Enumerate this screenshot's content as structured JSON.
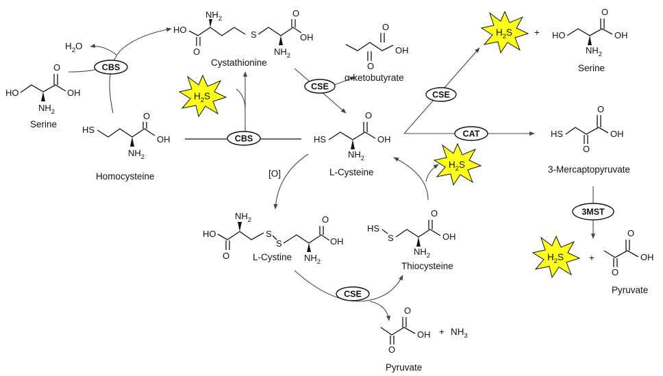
{
  "molecules": {
    "cystathionine": {
      "name": "Cystathionine",
      "nh2_top": "NH",
      "nh2_top_sub": "2",
      "ho": "HO",
      "s": "S",
      "oh": "OH",
      "nh2_bottom": "NH",
      "nh2_bottom_sub": "2",
      "o1": "O",
      "o2": "O"
    },
    "serine_left": {
      "name": "Serine",
      "ho": "HO",
      "oh": "OH",
      "nh2": "NH",
      "nh2_sub": "2",
      "o": "O"
    },
    "water": {
      "text": "H",
      "sub": "2",
      "text2": "O"
    },
    "homocysteine": {
      "name": "Homocysteine",
      "hs": "HS",
      "oh": "OH",
      "nh2": "NH",
      "nh2_sub": "2",
      "o": "O"
    },
    "ketobutyrate": {
      "name": "α-ketobutyrate",
      "oh": "OH",
      "o1": "O",
      "o2": "O"
    },
    "cysteine": {
      "name": "L-Cysteine",
      "hs": "HS",
      "oh": "OH",
      "nh2": "NH",
      "nh2_sub": "2",
      "o": "O"
    },
    "serine_right": {
      "name": "Serine",
      "ho": "HO",
      "oh": "OH",
      "nh2": "NH",
      "nh2_sub": "2",
      "o": "O",
      "plus": "+"
    },
    "mercaptopyruvate": {
      "name": "3-Mercaptopyruvate",
      "hs": "HS",
      "oh": "OH",
      "o1": "O",
      "o2": "O"
    },
    "cystine": {
      "name": "L-Cystine",
      "ho": "HO",
      "oh": "OH",
      "nh2a": "NH",
      "nh2a_sub": "2",
      "nh2b": "NH",
      "nh2b_sub": "2",
      "s1": "S",
      "s2": "S",
      "o1": "O",
      "o2": "O"
    },
    "thiocysteine": {
      "name": "Thiocysteine",
      "hs": "HS",
      "s": "S",
      "oh": "OH",
      "nh2": "NH",
      "nh2_sub": "2",
      "o": "O"
    },
    "pyruvate_bottom": {
      "name": "Pyruvate",
      "oh": "OH",
      "o1": "O",
      "o2": "O",
      "plus": "+",
      "nh3": "NH",
      "nh3_sub": "3"
    },
    "pyruvate_right": {
      "name": "Pyruvate",
      "oh": "OH",
      "o1": "O",
      "o2": "O",
      "plus": "+"
    }
  },
  "oxidation_label": "[O]",
  "enzymes": {
    "cbs_top": "CBS",
    "cbs_mid": "CBS",
    "cse_cystathionine": "CSE",
    "cse_right": "CSE",
    "cat": "CAT",
    "mst": "3MST",
    "cse_bottom": "CSE"
  },
  "h2s": {
    "h": "H",
    "sub": "2",
    "s": "S"
  },
  "colors": {
    "star_fill": "#ffff1a",
    "ink": "#111111"
  }
}
